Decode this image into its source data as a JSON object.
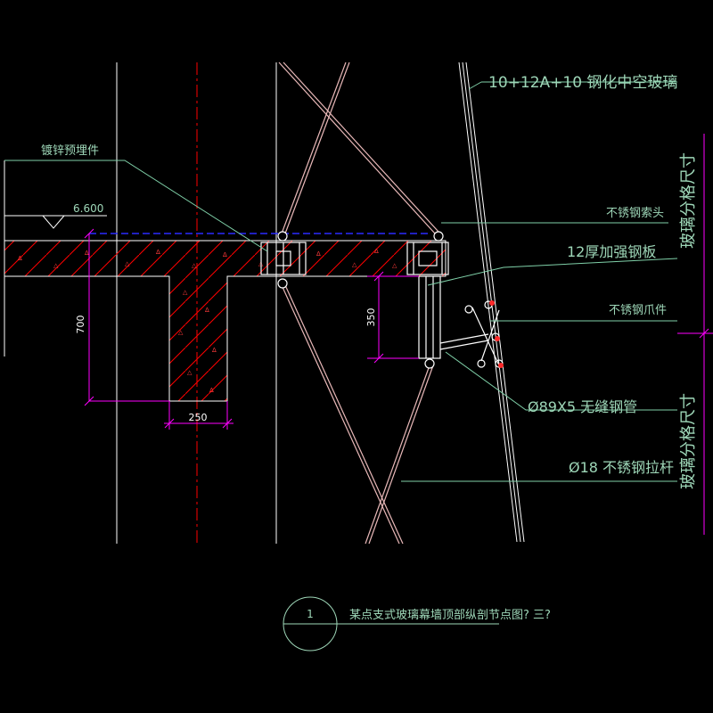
{
  "drawing": {
    "title": "某点支式玻璃幕墙顶部纵剖节点图? 三?",
    "detail_number": "1",
    "colors": {
      "background": "#000000",
      "linework": "#ffffff",
      "concrete": "#ff2a2a",
      "hatch": "#ff0000",
      "centerline": "#ff0000",
      "level_line": "#0000ff",
      "dimension": "#ff00ff",
      "leader": "#7fd0a8",
      "label": "#9ed7b8",
      "rod": "#e8b8b8"
    }
  },
  "labels": {
    "glass": "10+12A+10 钢化中空玻璃",
    "embed": "镀锌预埋件",
    "cable_head": "不锈钢索头",
    "plate": "12厚加强钢板",
    "claw": "不锈钢爪件",
    "pipe": "Ø89X5 无缝钢管",
    "rod": "Ø18 不锈钢拉杆"
  },
  "side_labels": {
    "upper": "玻璃分格尺寸",
    "lower": "玻璃分格尺寸"
  },
  "level": {
    "value": "6.600"
  },
  "dimensions": {
    "beam_depth": "700",
    "column_width": "250",
    "pipe_height": "350"
  }
}
